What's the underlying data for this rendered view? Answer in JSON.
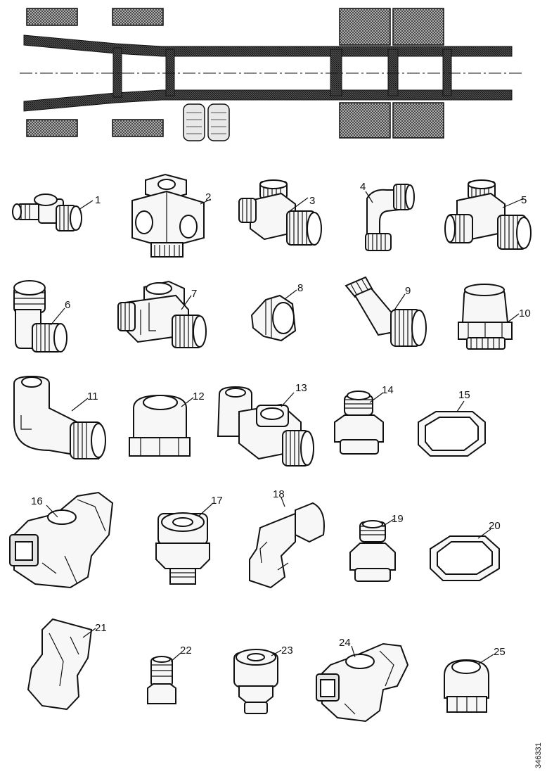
{
  "figure": {
    "document_number": "346331",
    "parts": [
      {
        "callout": "1"
      },
      {
        "callout": "2"
      },
      {
        "callout": "3"
      },
      {
        "callout": "4"
      },
      {
        "callout": "5"
      },
      {
        "callout": "6"
      },
      {
        "callout": "7"
      },
      {
        "callout": "8"
      },
      {
        "callout": "9"
      },
      {
        "callout": "10"
      },
      {
        "callout": "11"
      },
      {
        "callout": "12"
      },
      {
        "callout": "13"
      },
      {
        "callout": "14"
      },
      {
        "callout": "15"
      },
      {
        "callout": "16"
      },
      {
        "callout": "17"
      },
      {
        "callout": "18"
      },
      {
        "callout": "19"
      },
      {
        "callout": "20"
      },
      {
        "callout": "21"
      },
      {
        "callout": "22"
      },
      {
        "callout": "23"
      },
      {
        "callout": "24"
      },
      {
        "callout": "25"
      }
    ]
  }
}
